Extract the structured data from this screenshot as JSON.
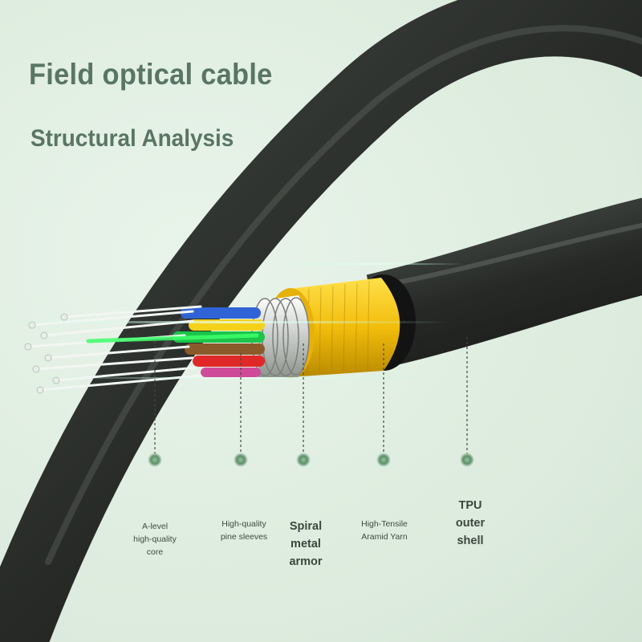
{
  "title": "Field optical cable",
  "subtitle": "Structural Analysis",
  "colors": {
    "background": "#e2efe3",
    "heading": "#5a7563",
    "cable_jacket": "#2a2d2a",
    "aramid": "#f3c20f",
    "armor": "#d9dcd9",
    "marker": "#5f8f69"
  },
  "components": [
    {
      "id": "core",
      "lines": [
        "A-level",
        "high-quality",
        "core"
      ]
    },
    {
      "id": "sleeves",
      "lines": [
        "High-quality",
        "pine sleeves"
      ]
    },
    {
      "id": "armor",
      "lines": [
        "Spiral",
        "metal",
        "armor"
      ]
    },
    {
      "id": "aramid",
      "lines": [
        "High-Tensile",
        "Aramid Yarn"
      ]
    },
    {
      "id": "shell",
      "lines": [
        "TPU",
        "outer",
        "shell"
      ]
    }
  ]
}
